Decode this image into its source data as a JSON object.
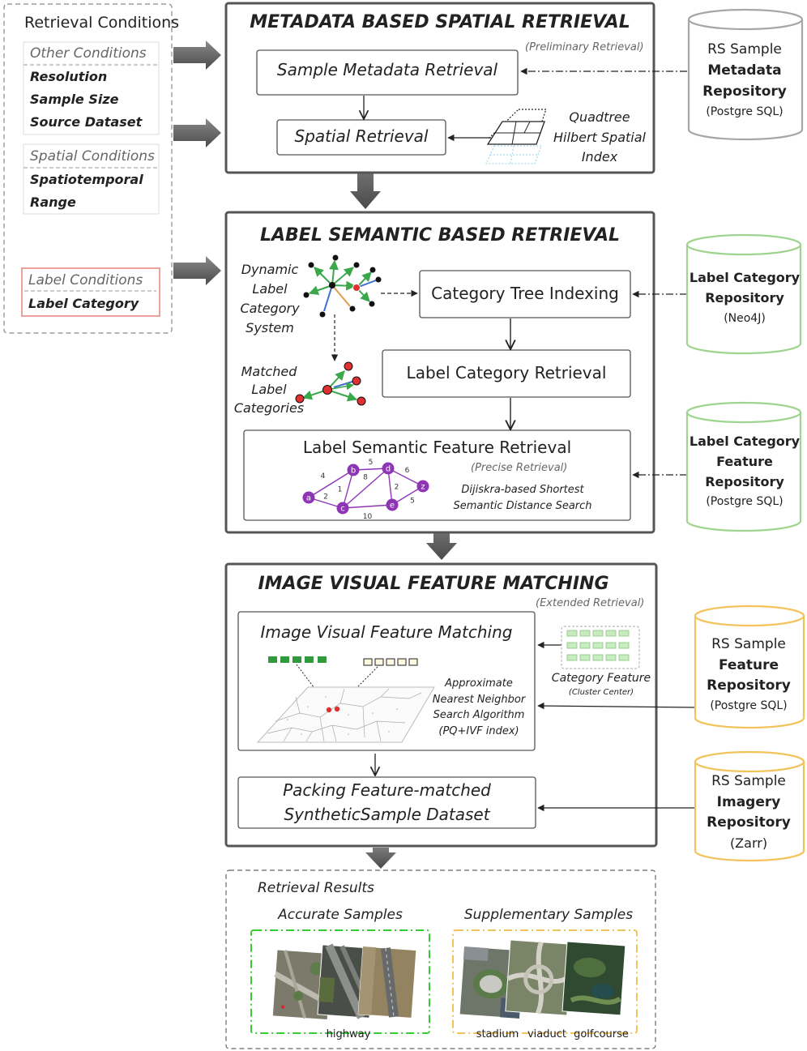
{
  "conditions": {
    "title": "Retrieval Conditions",
    "other": {
      "header": "Other Conditions",
      "items": [
        "Resolution",
        "Sample Size",
        "Source Dataset"
      ]
    },
    "spatial": {
      "header": "Spatial Conditions",
      "items": [
        "Spatiotemporal",
        "Range"
      ]
    },
    "label": {
      "header": "Label Conditions",
      "items": [
        "Label Category"
      ]
    }
  },
  "metadata_stage": {
    "title": "METADATA BASED SPATIAL RETRIEVAL",
    "subtitle": "(Preliminary Retrieval)",
    "sample_metadata_retrieval": "Sample Metadata Retrieval",
    "spatial_retrieval": "Spatial Retrieval",
    "index_lines": [
      "Quadtree",
      "Hilbert Spatial",
      "Index"
    ]
  },
  "label_stage": {
    "title": "LABEL SEMANTIC BASED RETRIEVAL",
    "dynamic_lines": [
      "Dynamic",
      "Label",
      "Category",
      "System"
    ],
    "matched_lines": [
      "Matched",
      "Label",
      "Categories"
    ],
    "category_tree_indexing": "Category Tree Indexing",
    "label_category_retrieval": "Label Category Retrieval",
    "feature_retrieval": "Label Semantic Feature Retrieval",
    "feature_subtitle": "(Precise Retrieval)",
    "dijkstra_lines": [
      "Dijiskra-based Shortest",
      "Semantic Distance Search"
    ],
    "graph": {
      "nodes": [
        "a",
        "b",
        "c",
        "d",
        "e",
        "z"
      ],
      "edges": [
        {
          "from": "a",
          "to": "b",
          "weight": "4"
        },
        {
          "from": "a",
          "to": "c",
          "weight": "2"
        },
        {
          "from": "b",
          "to": "c",
          "weight": "1"
        },
        {
          "from": "b",
          "to": "d",
          "weight": "5"
        },
        {
          "from": "c",
          "to": "d",
          "weight": "8"
        },
        {
          "from": "c",
          "to": "e",
          "weight": "10"
        },
        {
          "from": "d",
          "to": "e",
          "weight": "2"
        },
        {
          "from": "d",
          "to": "z",
          "weight": "6"
        },
        {
          "from": "e",
          "to": "z",
          "weight": "5"
        }
      ]
    }
  },
  "visual_stage": {
    "title": "IMAGE VISUAL FEATURE MATCHING",
    "subtitle": "(Extended Retrieval)",
    "matching_title": "Image Visual Feature Matching",
    "ann_lines": [
      "Approximate",
      "Nearest Neighbor",
      "Search Algorithm",
      "(PQ+IVF index)"
    ],
    "category_feature": "Category Feature",
    "cluster_center": "(Cluster Center)",
    "packing_lines": [
      "Packing Feature-matched",
      "SyntheticSample Dataset"
    ]
  },
  "repositories": [
    {
      "lines": [
        "RS Sample",
        "Metadata",
        "Repository",
        "(Postgre SQL)"
      ],
      "bold": [
        false,
        true,
        true,
        false
      ],
      "color": "#a6a6a6"
    },
    {
      "lines": [
        "Label Category",
        "Repository",
        "(Neo4J)"
      ],
      "bold": [
        true,
        true,
        false
      ],
      "color": "#9fd48f"
    },
    {
      "lines": [
        "Label Category",
        "Feature",
        "Repository",
        "(Postgre SQL)"
      ],
      "bold": [
        true,
        true,
        true,
        false
      ],
      "color": "#9fd48f"
    },
    {
      "lines": [
        "RS Sample",
        "Feature",
        "Repository",
        "(Postgre SQL)"
      ],
      "bold": [
        false,
        true,
        true,
        false
      ],
      "color": "#f2c35a"
    },
    {
      "lines": [
        "RS Sample",
        "Imagery",
        "Repository",
        "(Zarr)"
      ],
      "bold": [
        false,
        true,
        true,
        false
      ],
      "color": "#f2c35a"
    }
  ],
  "results": {
    "title": "Retrieval Results",
    "accurate": {
      "title": "Accurate Samples",
      "labels": [
        "highway"
      ],
      "color": "#33cc33"
    },
    "supplementary": {
      "title": "Supplementary Samples",
      "labels": [
        "stadium",
        "viaduct",
        "golfcourse"
      ],
      "color": "#f2c35a"
    }
  },
  "colors": {
    "stage_border": "#555555",
    "arrow_grey": "#5a5a5a",
    "label_condition_border": "#e58a80",
    "graph_purple": "#8e35b5",
    "node_red": "#e03030",
    "edge_green": "#3aa84a",
    "edge_blue": "#3b6fd0"
  }
}
